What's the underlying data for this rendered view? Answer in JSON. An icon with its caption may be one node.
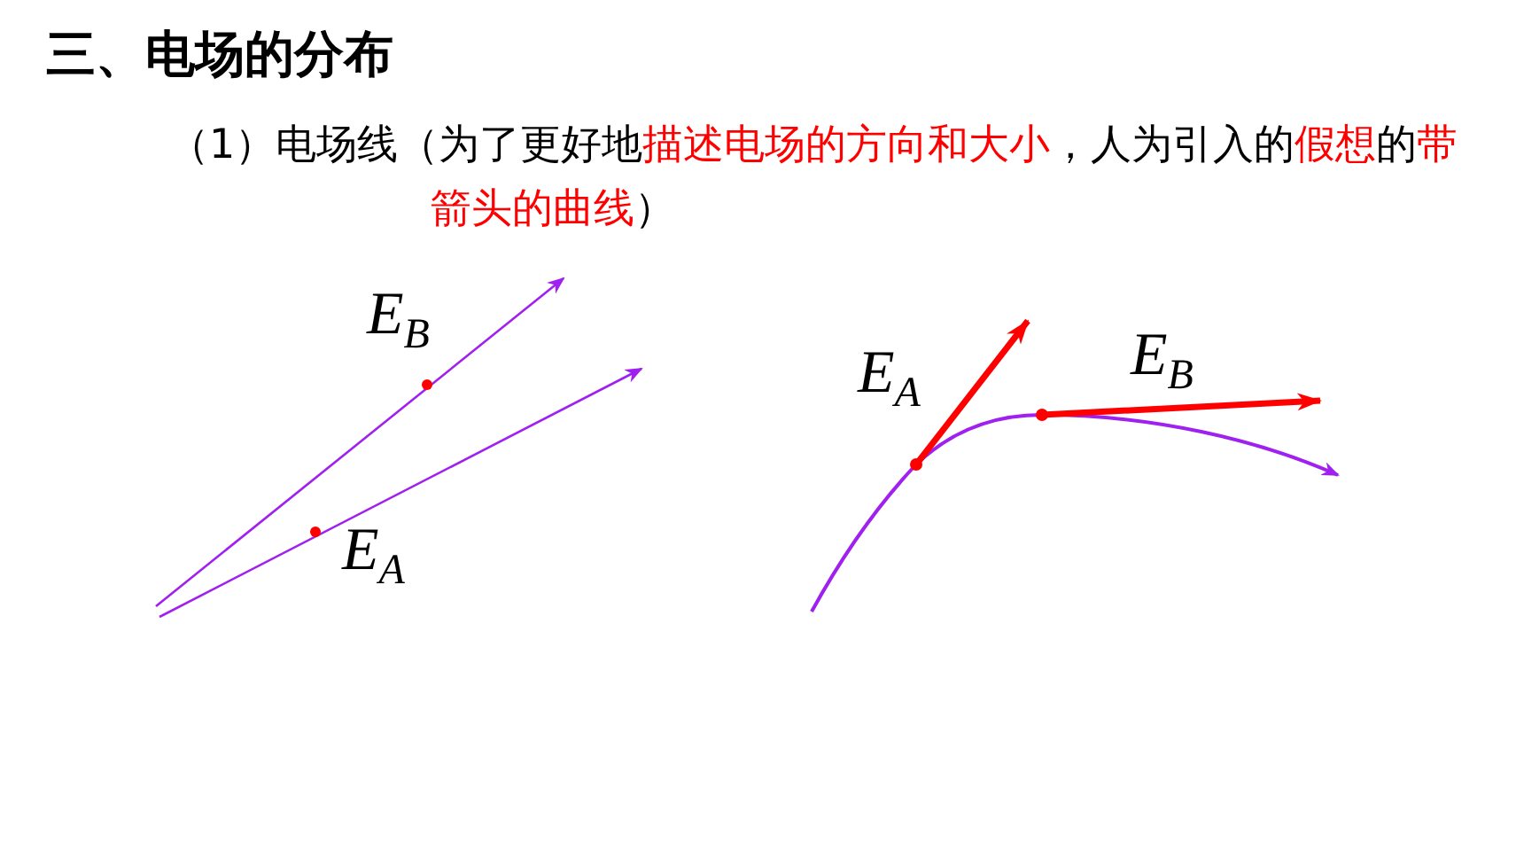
{
  "diagram": {
    "title": "三、电场的分布",
    "labels": [
      "（1）电场线（为了更好地**描述电场的方向和大小**，人为引入的**假想**的**带箭头的曲线**）",
      "E$_{B}$",
      "E$_{A}$",
      "E$_{B}$",
      "E$_{A}$"
    ]
  }
}
